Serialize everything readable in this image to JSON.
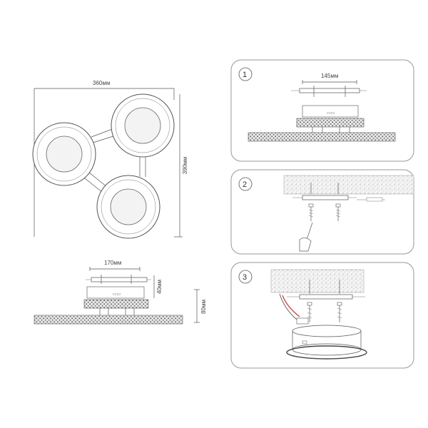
{
  "overview": {
    "width_label": "360мм",
    "height_label": "390мм"
  },
  "side_view": {
    "width_label": "170мм",
    "height_top_label": "40мм",
    "height_total_label": "80мм"
  },
  "steps": [
    {
      "number": "1",
      "dimension_label": "145мм"
    },
    {
      "number": "2"
    },
    {
      "number": "3"
    }
  ],
  "colors": {
    "line": "#555555",
    "panel_border": "#999999",
    "wire_red": "#cc3333"
  }
}
